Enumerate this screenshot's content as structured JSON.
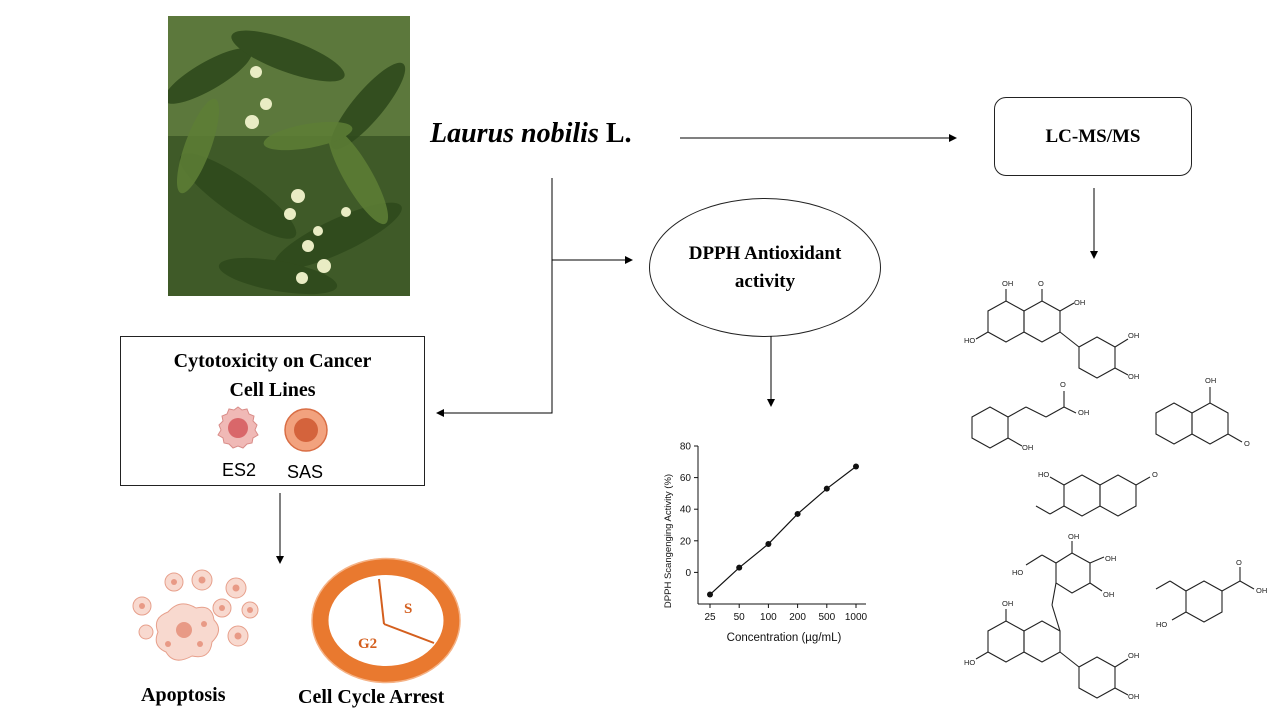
{
  "title": {
    "species_italic": "Laurus nobilis",
    "author": "L."
  },
  "lcms": {
    "label": "LC-MS/MS"
  },
  "dpph": {
    "line1": "DPPH Antioxidant",
    "line2": "activity"
  },
  "cytotoxicity": {
    "line1": "Cytotoxicity on Cancer",
    "line2": "Cell Lines",
    "cells": [
      {
        "label": "ES2",
        "color": "#e3807f"
      },
      {
        "label": "SAS",
        "color": "#e56f4a"
      }
    ]
  },
  "outcomes": {
    "apoptosis": "Apoptosis",
    "cell_cycle_arrest": "Cell Cycle Arrest"
  },
  "cell_cycle": {
    "phase_s": "S",
    "phase_g2": "G2",
    "ring_color": "#e9792f",
    "text_color": "#d45f1e"
  },
  "chemistry": {
    "oh_label": "OH",
    "ho_label": "HO",
    "o_label": "O",
    "oh_lower": "OH",
    "ho_lower": "HO"
  },
  "chart_data": {
    "type": "line",
    "categories": [
      "25",
      "50",
      "100",
      "200",
      "500",
      "1000"
    ],
    "values": [
      -14,
      3,
      18,
      37,
      53,
      67
    ],
    "xlabel": "Concentration (µg/mL)",
    "ylabel": "DPPH Scangenging Activity (%)",
    "ylim": [
      -20,
      80
    ],
    "yticks": [
      "0",
      "20",
      "40",
      "60",
      "80"
    ]
  }
}
